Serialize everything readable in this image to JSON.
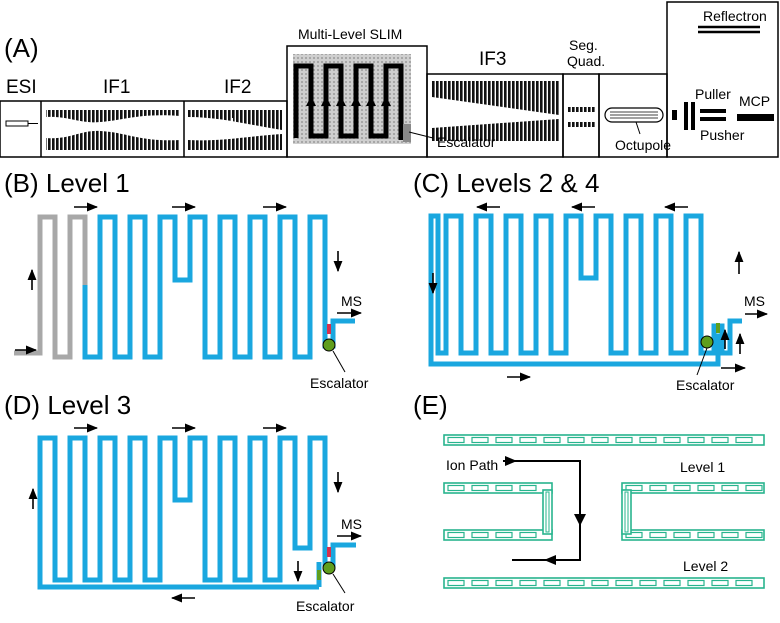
{
  "panel_a": {
    "letter": "(A)",
    "labels": {
      "esi": "ESI",
      "if1": "IF1",
      "if2": "IF2",
      "multi_level_slim": "Multi-Level SLIM",
      "if3": "IF3",
      "seg_quad_line1": "Seg.",
      "seg_quad_line2": "Quad.",
      "reflectron": "Reflectron",
      "puller": "Puller",
      "mcp": "MCP",
      "pusher": "Pusher",
      "escalator": "Escalator",
      "octupole": "Octupole"
    }
  },
  "panel_b": {
    "title": "(B) Level 1",
    "ms": "MS",
    "escalator": "Escalator"
  },
  "panel_c": {
    "title": "(C) Levels 2 & 4",
    "ms": "MS",
    "escalator": "Escalator"
  },
  "panel_d": {
    "title": "(D) Level 3",
    "ms": "MS",
    "escalator": "Escalator"
  },
  "panel_e": {
    "title": "(E)",
    "ion_path": "Ion Path",
    "level1": "Level 1",
    "level2": "Level 2"
  },
  "colors": {
    "slim_path": "#1aa7df",
    "inactive_path": "#a8a8a8",
    "escalator_dot": "#5f9e1d",
    "escalator_red": "#d6314e",
    "electrode": "#28b48e"
  }
}
